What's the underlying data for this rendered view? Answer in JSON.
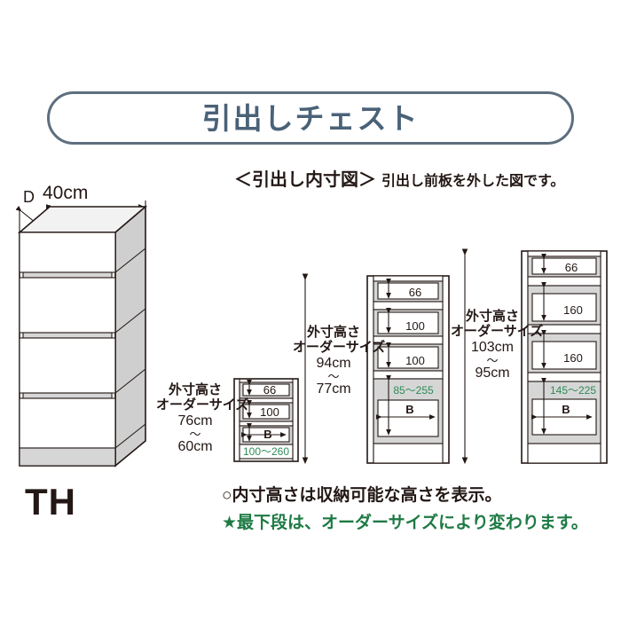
{
  "page": {
    "background": "#ffffff",
    "accent_border": "#5d6e7e",
    "title_color": "#4a6278",
    "green": "#2e8b57",
    "ink": "#231815"
  },
  "header": {
    "title": "引出しチェスト"
  },
  "subtitle": {
    "bracket_text": "＜引出し内寸図＞",
    "note_text": "引出し前板を外した図です。"
  },
  "perspective": {
    "depth_label": "D",
    "width_label": "40cm",
    "model_label": "TH",
    "drawer_count": 4
  },
  "diagrams": [
    {
      "id": "size-76-60",
      "dimension_caption": {
        "line1": "外寸高さ",
        "line2": "オーダーサイズ",
        "value_top": "76cm",
        "tilde": "〜",
        "value_bottom": "60cm"
      },
      "compartments": [
        {
          "label": "66",
          "type": "fixed"
        },
        {
          "label": "100",
          "type": "fixed"
        },
        {
          "label": "B",
          "type": "variable"
        }
      ],
      "variable_range": "100〜260",
      "variable_range_color": "#2e8b57"
    },
    {
      "id": "size-94-77",
      "dimension_caption": {
        "line1": "外寸高さ",
        "line2": "オーダーサイズ",
        "value_top": "94cm",
        "tilde": "〜",
        "value_bottom": "77cm"
      },
      "compartments": [
        {
          "label": "66",
          "type": "fixed"
        },
        {
          "label": "100",
          "type": "fixed"
        },
        {
          "label": "100",
          "type": "fixed"
        },
        {
          "label": "B",
          "type": "variable"
        }
      ],
      "variable_range": "85〜255",
      "variable_range_color": "#2e8b57"
    },
    {
      "id": "size-103-95",
      "dimension_caption": {
        "line1": "外寸高さ",
        "line2": "オーダーサイズ",
        "value_top": "103cm",
        "tilde": "〜",
        "value_bottom": "95cm"
      },
      "compartments": [
        {
          "label": "66",
          "type": "fixed"
        },
        {
          "label": "160",
          "type": "fixed"
        },
        {
          "label": "160",
          "type": "fixed"
        },
        {
          "label": "B",
          "type": "variable"
        }
      ],
      "variable_range": "145〜225",
      "variable_range_color": "#2e8b57"
    }
  ],
  "notes": [
    {
      "marker": "○",
      "text": "内寸高さは収納可能な高さを表示。",
      "color": "#231815"
    },
    {
      "marker": "★",
      "text": "最下段は、オーダーサイズにより変わります。",
      "color": "#1e7a44"
    }
  ]
}
